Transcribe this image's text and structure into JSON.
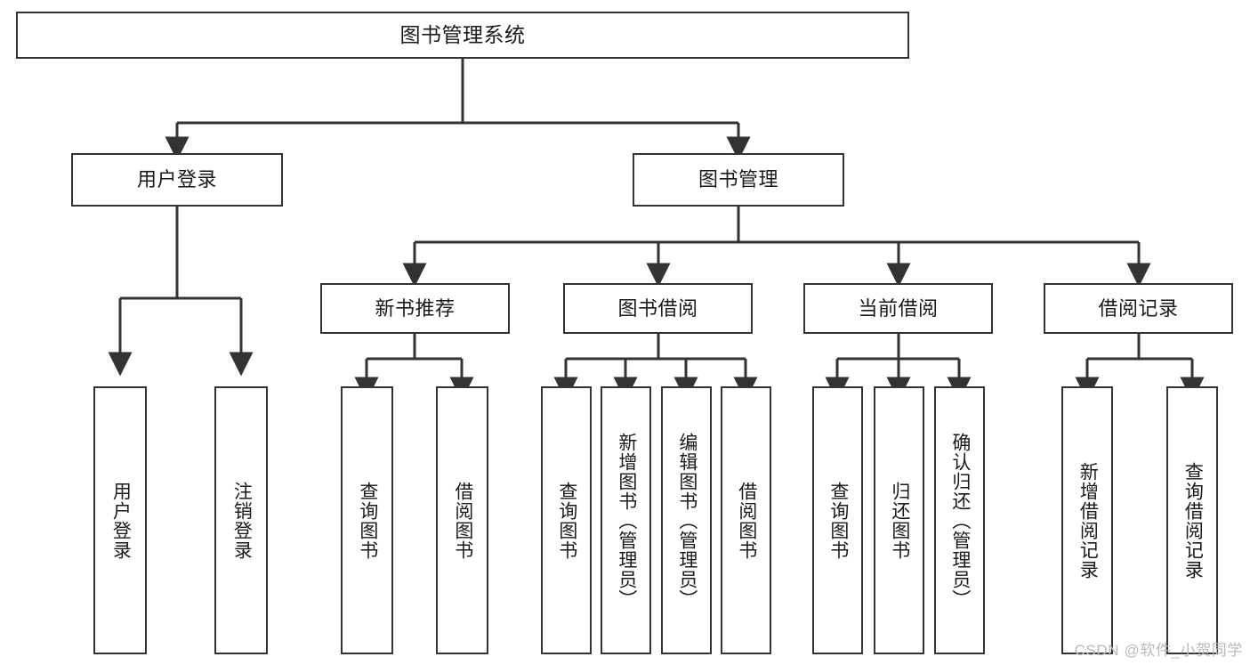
{
  "diagram": {
    "type": "tree",
    "title": "图书管理系统",
    "orientation": "top-down",
    "colors": {
      "stroke": "#333333",
      "fill": "#ffffff",
      "text": "#1a1a1a",
      "watermark": "#b9b9b9"
    },
    "nodes": {
      "root": {
        "label": "图书管理系统"
      },
      "level2": [
        {
          "label": "用户登录"
        },
        {
          "label": "图书管理"
        }
      ],
      "level3": [
        {
          "label": "新书推荐"
        },
        {
          "label": "图书借阅"
        },
        {
          "label": "当前借阅"
        },
        {
          "label": "借阅记录"
        }
      ],
      "leaves": {
        "user_login": [
          {
            "label": "用户登录"
          },
          {
            "label": "注销登录"
          }
        ],
        "new_book_recommend": [
          {
            "label": "查询图书"
          },
          {
            "label": "借阅图书"
          }
        ],
        "book_borrow": [
          {
            "label": "查询图书"
          },
          {
            "label": "新增图书（管理员）"
          },
          {
            "label": "编辑图书（管理员）"
          },
          {
            "label": "借阅图书"
          }
        ],
        "current_borrow": [
          {
            "label": "查询图书"
          },
          {
            "label": "归还图书"
          },
          {
            "label": "确认归还（管理员）"
          }
        ],
        "borrow_records": [
          {
            "label": "新增借阅记录"
          },
          {
            "label": "查询借阅记录"
          }
        ]
      }
    }
  },
  "watermark": {
    "text": "CSDN @软件_小贺同学"
  }
}
